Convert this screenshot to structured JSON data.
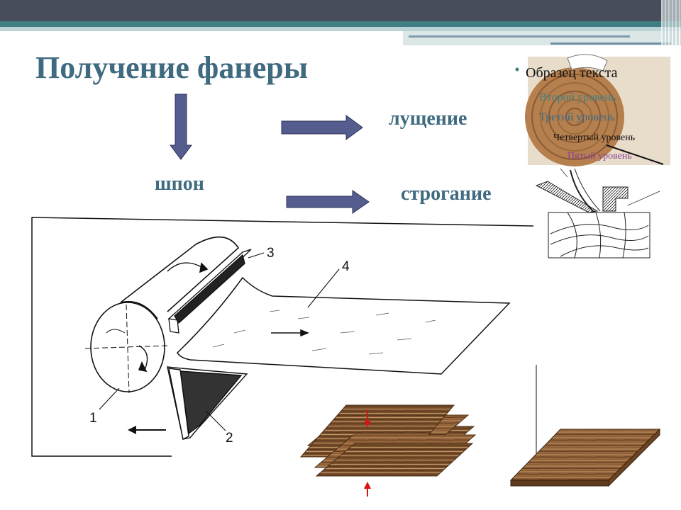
{
  "title": "Получение фанеры",
  "labels": {
    "veneer": "шпон",
    "peeling": "лущение",
    "planing": "строгание"
  },
  "placeholder_outline": {
    "l1": "Образец текста",
    "l2": "Второй уровень",
    "l3": "Третий уровень",
    "l4": "Четвертый уровень",
    "l5": "Пятый уровень"
  },
  "diagram_numbers": {
    "n1": "1",
    "n2": "2",
    "n3": "3",
    "n4": "4"
  },
  "colors": {
    "title": "#3f6a80",
    "arrow_fill": "#545d8e",
    "topbar": "#474d5a",
    "teal": "#3f7f83",
    "wood": "#8a5a32"
  }
}
